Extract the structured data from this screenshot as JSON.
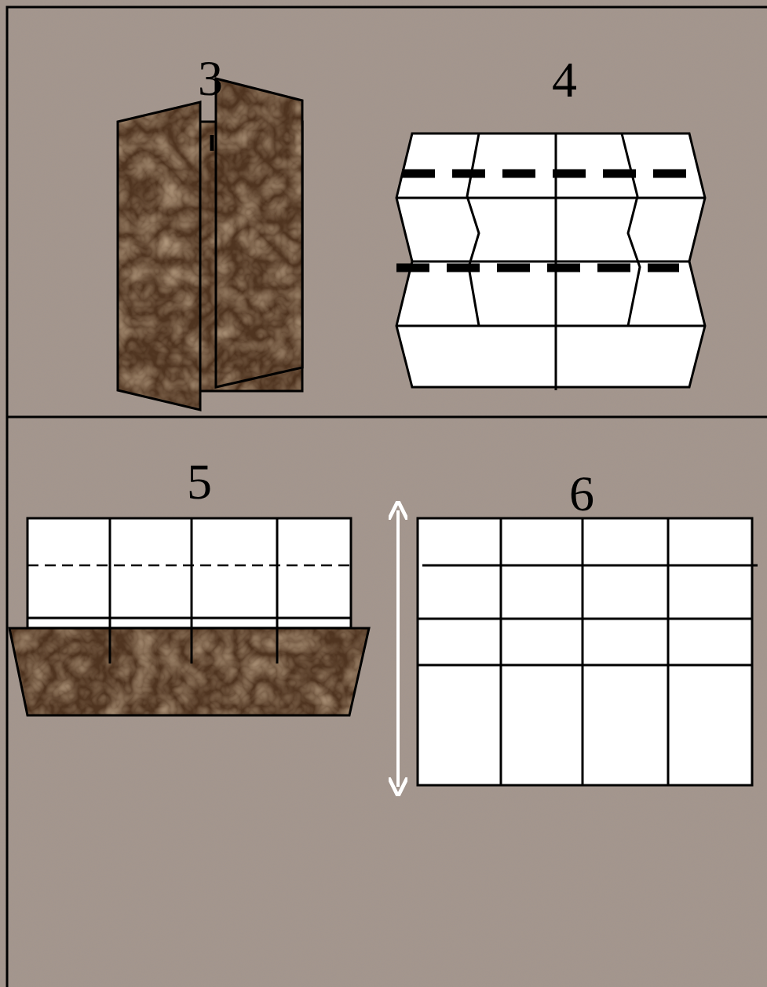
{
  "diagram": {
    "labels": [
      "3",
      "4",
      "5",
      "6"
    ]
  }
}
